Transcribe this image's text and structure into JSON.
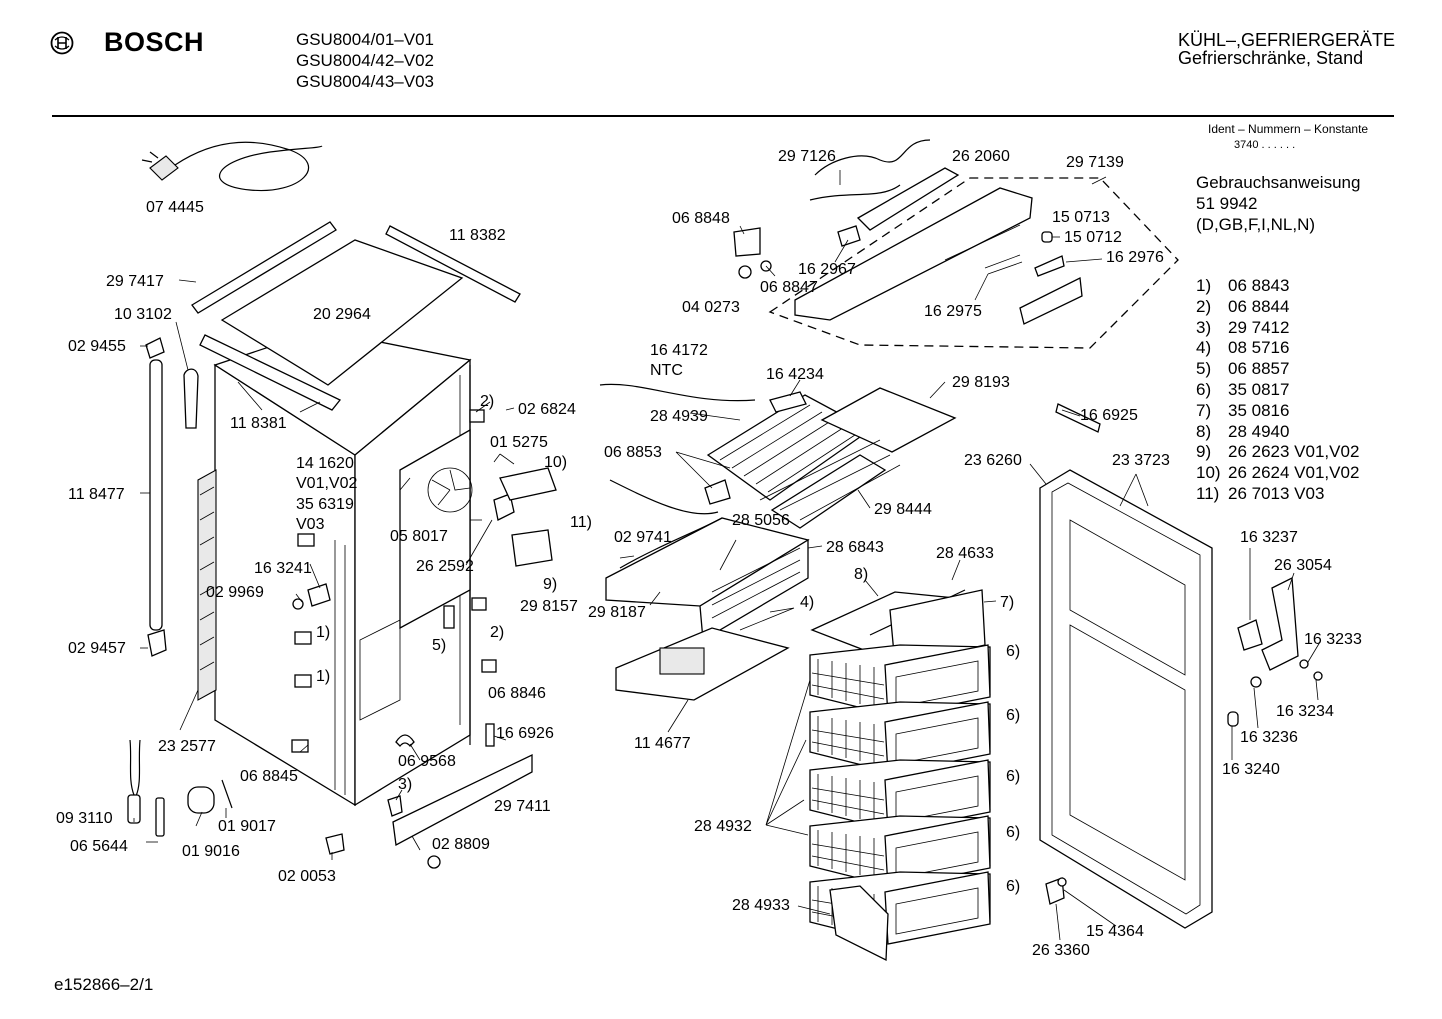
{
  "header": {
    "brand": "BOSCH",
    "models": [
      "GSU8004/01–V01",
      "GSU8004/42–V02",
      "GSU8004/43–V03"
    ],
    "category_line1": "KÜHL–,GEFRIERGERÄTE",
    "category_line2": "Gefrierschränke, Stand"
  },
  "ident": {
    "label": "Ident – Nummern – Konstante",
    "value": "3740  .  .  .  .  .  ."
  },
  "manual": {
    "title": "Gebrauchsanweisung",
    "number": "51 9942",
    "languages": "(D,GB,F,I,NL,N)"
  },
  "notes": [
    {
      "key": "1)",
      "value": "06 8843"
    },
    {
      "key": "2)",
      "value": "06 8844"
    },
    {
      "key": "3)",
      "value": "29 7412"
    },
    {
      "key": "4)",
      "value": "08 5716"
    },
    {
      "key": "5)",
      "value": "06 8857"
    },
    {
      "key": "6)",
      "value": "35 0817"
    },
    {
      "key": "7)",
      "value": "35 0816"
    },
    {
      "key": "8)",
      "value": "28 4940"
    },
    {
      "key": "9)",
      "value": "26 2623 V01,V02"
    },
    {
      "key": "10)",
      "value": "26 2624 V01,V02"
    },
    {
      "key": "11)",
      "value": "26 7013 V03"
    }
  ],
  "footer": "e152866–2/1",
  "callouts": {
    "c074445": "07 4445",
    "c297417": "29 7417",
    "c118382": "11 8382",
    "c202964": "20 2964",
    "c103102": "10 3102",
    "c029455": "02 9455",
    "c118381": "11 8381",
    "c118477": "11 8477",
    "c029457": "02 9457",
    "c232577": "23 2577",
    "c093110": "09 3110",
    "c065644": "06 5644",
    "c019017": "01 9017",
    "c019016": "01 9016",
    "c020053": "02 0053",
    "c141620": "14 1620",
    "c_v0102": "V01,V02",
    "c356319": "35 6319",
    "c_v03": "V03",
    "c163241": "16 3241",
    "c029969": "02 9969",
    "c068845": "06 8845",
    "c069568": "06 9568",
    "c2a": "2)",
    "c026824": "02 6824",
    "c015275": "01 5275",
    "c10": "10)",
    "c058017": "05 8017",
    "c262592": "26 2592",
    "c11": "11)",
    "c9": "9)",
    "c1a": "1)",
    "c1b": "1)",
    "c5": "5)",
    "c2b": "2)",
    "c068846": "06 8846",
    "c166926": "16 6926",
    "c3": "3)",
    "c297411": "29 7411",
    "c028809": "02 8809",
    "c297126": "29 7126",
    "c262060": "26 2060",
    "c297139": "29 7139",
    "c068848": "06 8848",
    "c162967": "16 2967",
    "c040273": "04 0273",
    "c068847": "06 8847",
    "c150713": "15 0713",
    "c150712": "15 0712",
    "c162976": "16 2976",
    "c162975": "16 2975",
    "c164172": "16 4172",
    "c_ntc": "NTC",
    "c164234": "16 4234",
    "c298193": "29 8193",
    "c284939": "28 4939",
    "c068853": "06 8853",
    "c298444": "29 8444",
    "c029741": "02 9741",
    "c285056": "28 5056",
    "c286843": "28 6843",
    "c298157": "29 8157",
    "c298187": "29 8187",
    "c114677": "11 4677",
    "c4": "4)",
    "c8": "8)",
    "c284633": "28 4633",
    "c7": "7)",
    "c6a": "6)",
    "c6b": "6)",
    "c6c": "6)",
    "c6d": "6)",
    "c6e": "6)",
    "c284932": "28 4932",
    "c284933": "28 4933",
    "c166925": "16 6925",
    "c236260": "23 6260",
    "c233723": "23 3723",
    "c163237": "16 3237",
    "c263054": "26 3054",
    "c163233": "16 3233",
    "c163234": "16 3234",
    "c163236": "16 3236",
    "c163240": "16 3240",
    "c154364": "15 4364",
    "c263360": "26 3360"
  }
}
